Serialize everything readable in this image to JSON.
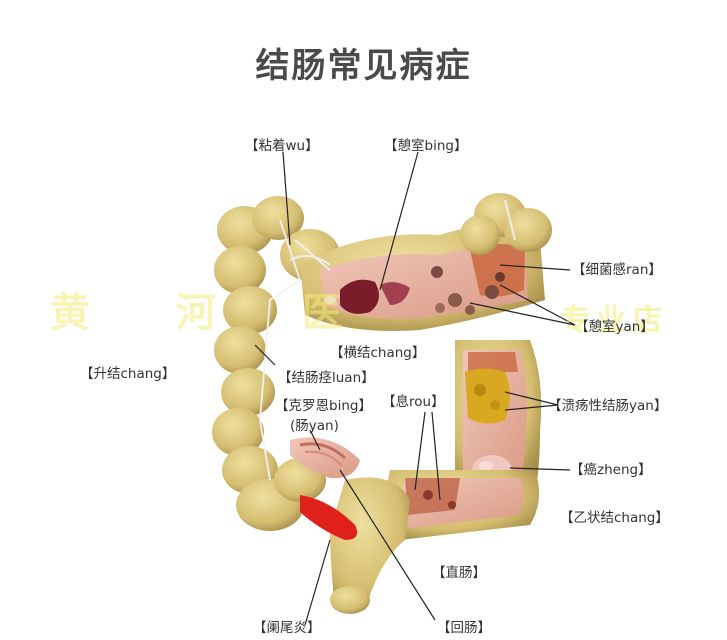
{
  "title": "结肠常见病症",
  "watermark": {
    "left": "黄 河 医",
    "right": "专业店"
  },
  "labels": {
    "adhesion": "【粘着wu】",
    "diverticulitis": "【憩室bing】",
    "bacterial_infection": "【细菌感ran】",
    "diverticulum_inflammation": "【憩室yan】",
    "transverse_colon": "【横结chang】",
    "ascending_colon": "【升结chang】",
    "colon_spasm": "【结肠痉luan】",
    "crohn_line1": "【克罗恩bing】",
    "crohn_line2": "(肠yan)",
    "polyp": "【息rou】",
    "ulcerative_colitis": "【溃疡性结肠yan】",
    "cancer": "【癌zheng】",
    "sigmoid_colon": "【乙状结chang】",
    "rectum": "【直肠】",
    "appendicitis": "【阑尾炎】",
    "ileum": "【回肠】"
  },
  "colors": {
    "colon": "#d9c47a",
    "colon_shadow": "#b8a05a",
    "mucosa": "#e9b7a8",
    "appendix": "#e0201a",
    "pointer": "#222222",
    "ulcer": "#d8a820"
  }
}
